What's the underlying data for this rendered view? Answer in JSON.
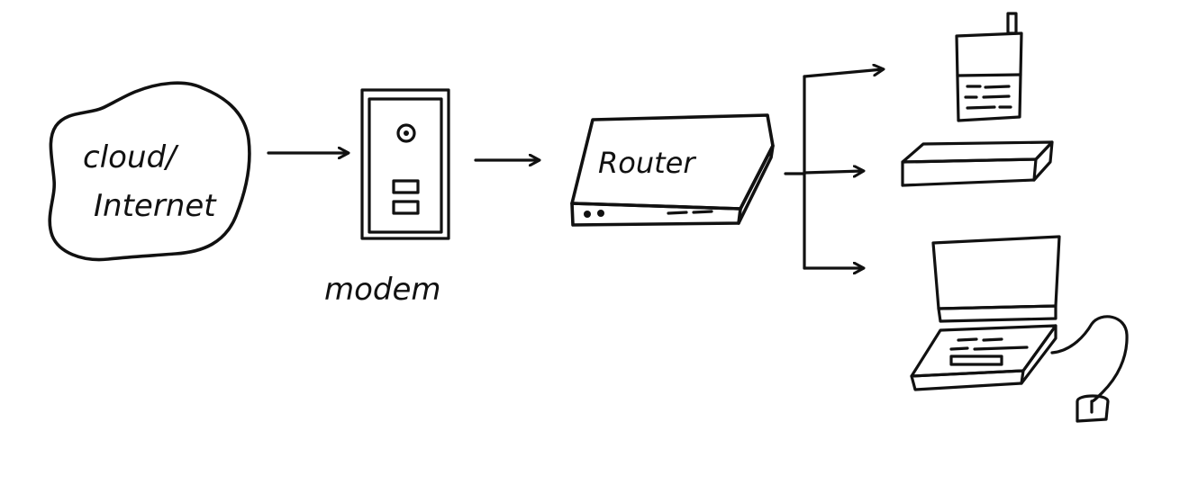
{
  "diagram": {
    "nodes": {
      "cloud": {
        "label_line1": "cloud/",
        "label_line2": "Internet"
      },
      "modem": {
        "label": "modem"
      },
      "router": {
        "label": "Router"
      },
      "phone": {
        "label": ""
      },
      "set_top_box": {
        "label": ""
      },
      "laptop": {
        "label": ""
      }
    },
    "edges": [
      {
        "from": "cloud",
        "to": "modem"
      },
      {
        "from": "modem",
        "to": "router"
      },
      {
        "from": "router",
        "to": "phone"
      },
      {
        "from": "router",
        "to": "set_top_box"
      },
      {
        "from": "router",
        "to": "laptop"
      }
    ],
    "colors": {
      "ink": "#111111",
      "paper": "#ffffff"
    }
  }
}
